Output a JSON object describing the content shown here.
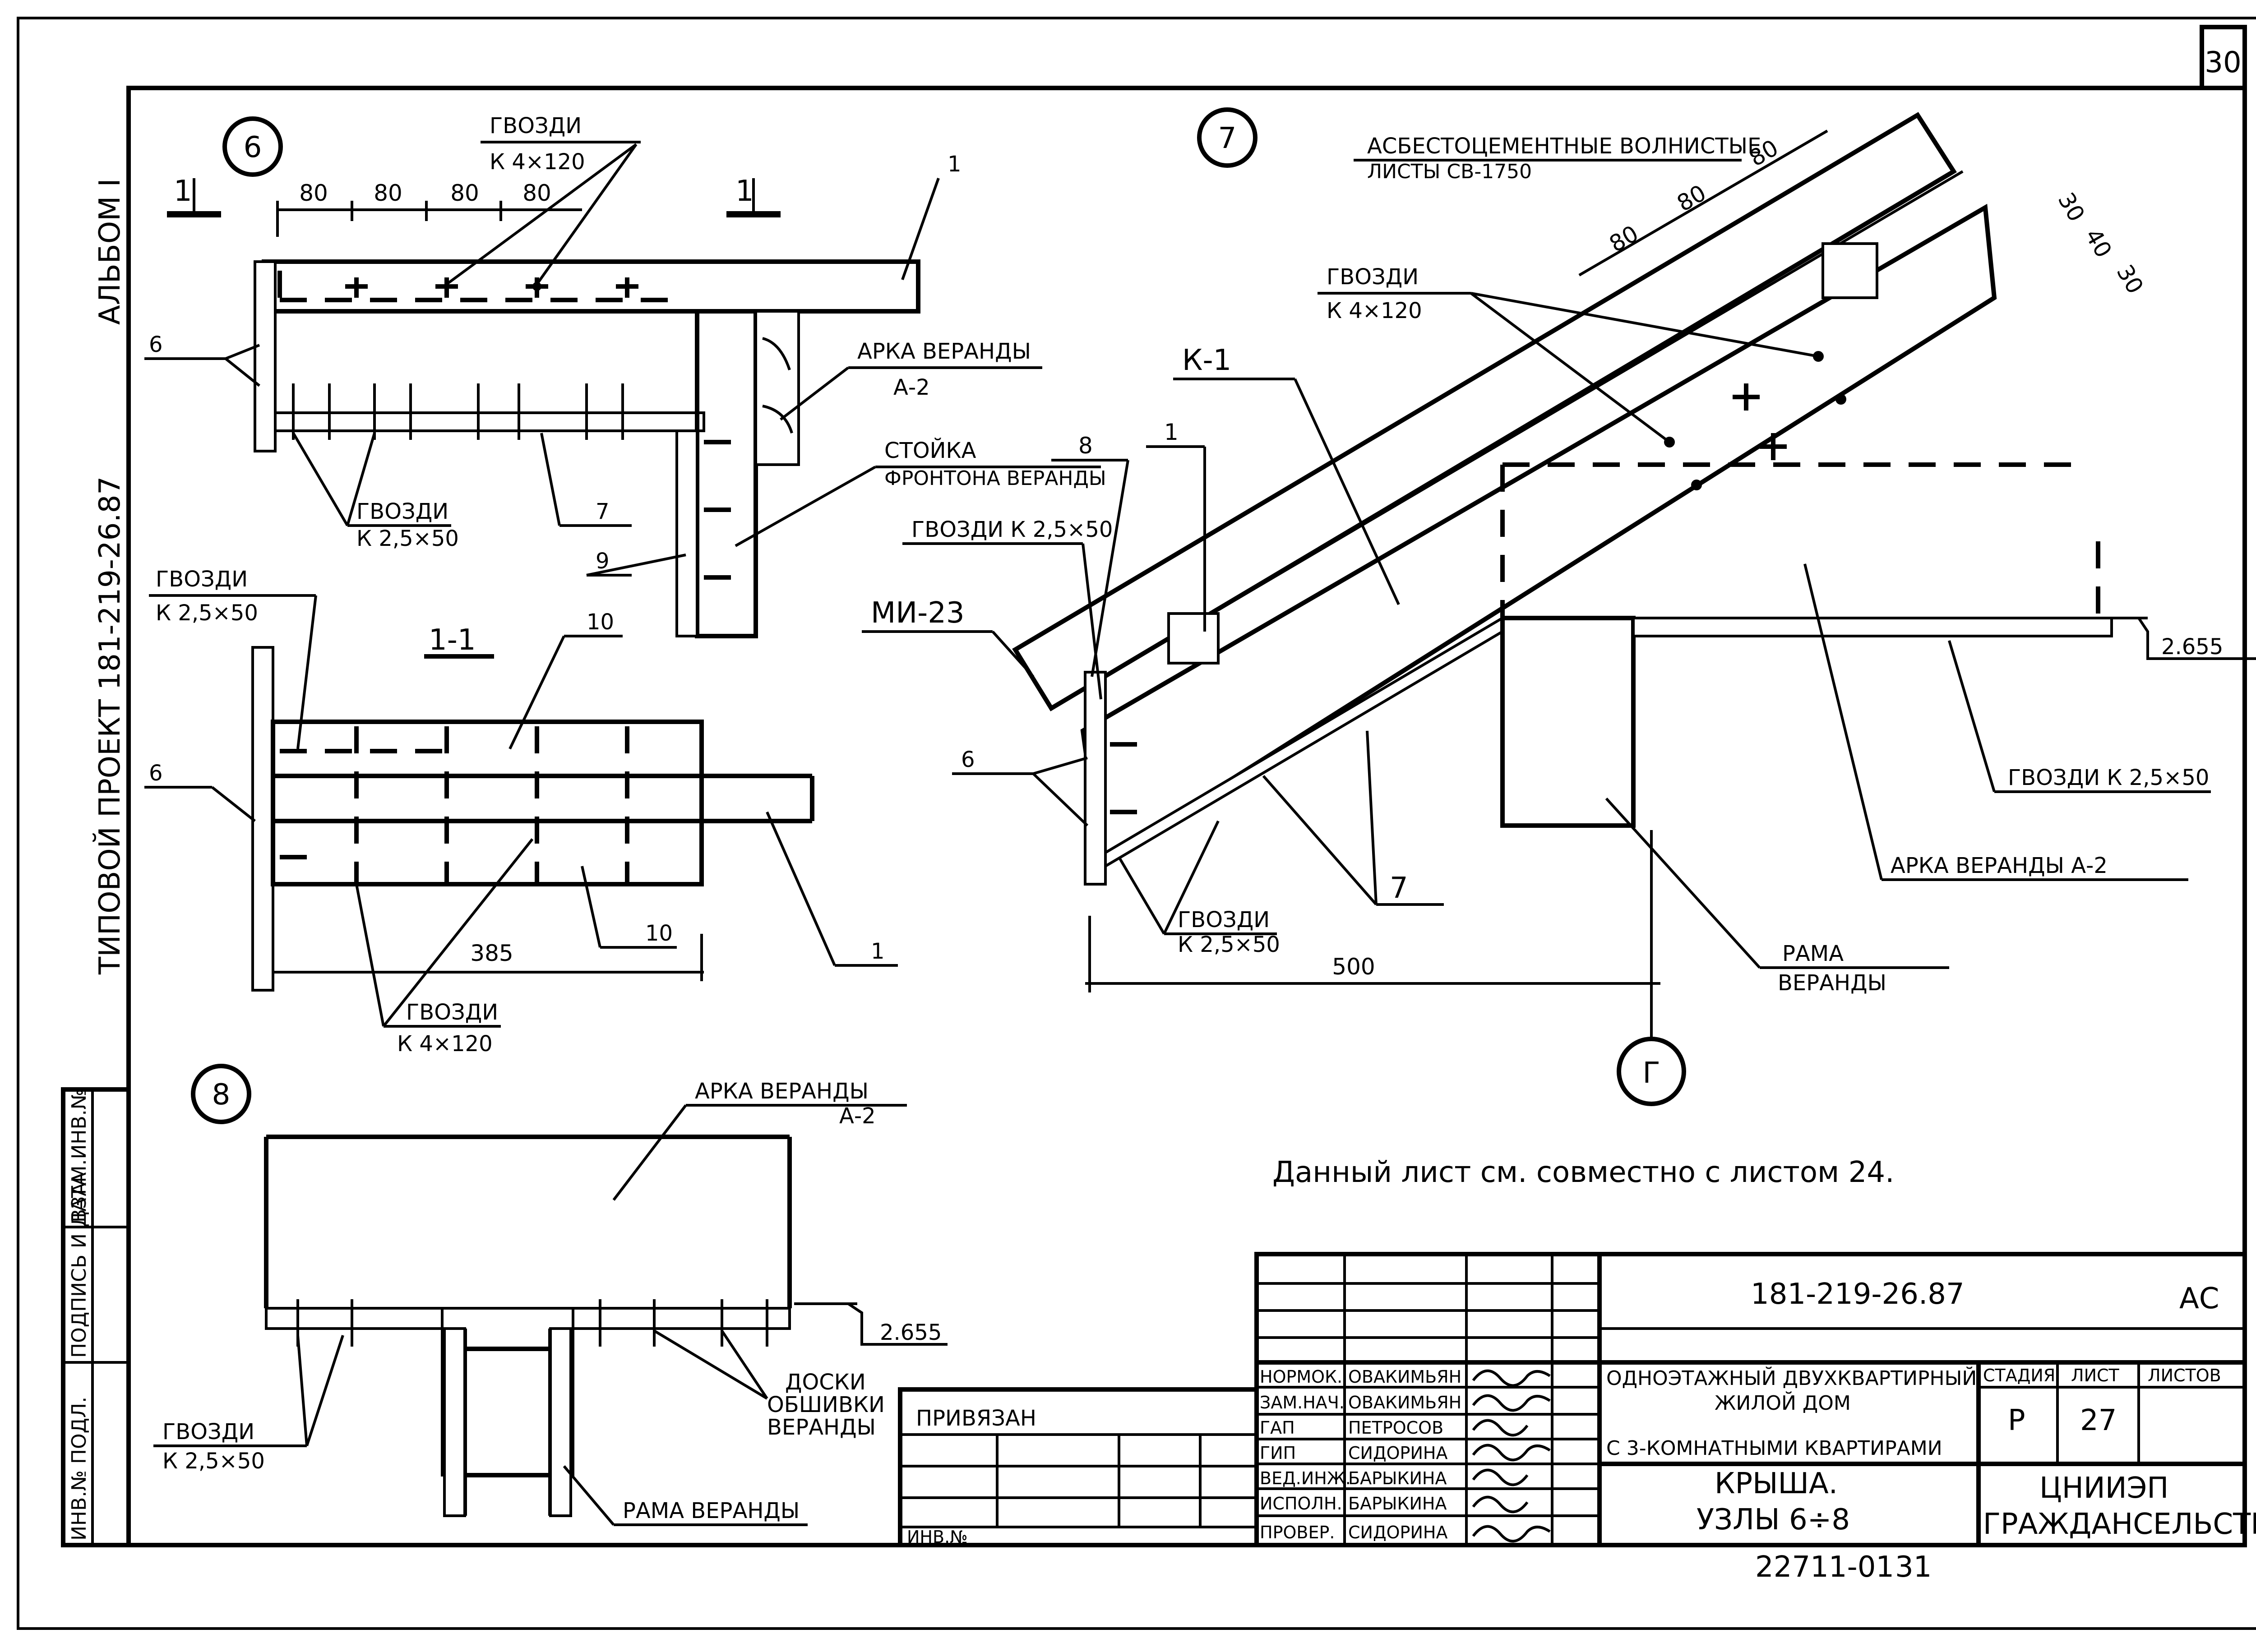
{
  "sheet_number_corner": "30",
  "side_labels": {
    "album": "АЛЬБОМ I",
    "project": "ТИПОВОЙ ПРОЕКТ   181-219-26.87"
  },
  "side_stamp": {
    "inv_podl": "ИНВ.№ ПОДЛ.",
    "podpis_data": "ПОДПИСЬ И ДАТА",
    "vzam_inv": "ВЗАМ.ИНВ.№"
  },
  "node6": {
    "marker": "6",
    "section_mark": "1",
    "nails_top": "ГВОЗДИ",
    "nails_top_size": "К 4×120",
    "dims": [
      "80",
      "80",
      "80",
      "80"
    ],
    "callout_1": "1",
    "arch": "АРКА ВЕРАНДЫ",
    "arch_code": "А-2",
    "post": "СТОЙКА",
    "post_sub": "ФРОНТОНА ВЕРАНДЫ",
    "callout_6": "6",
    "nails_bottom": "ГВОЗДИ",
    "nails_bottom_size": "К 2,5×50",
    "callout_7": "7",
    "callout_9": "9"
  },
  "section11": {
    "title": "1-1",
    "nails_left": "ГВОЗДИ",
    "nails_left_size": "К 2,5×50",
    "callout_10a": "10",
    "callout_10b": "10",
    "callout_6": "6",
    "callout_1": "1",
    "dim": "385",
    "nails_bottom": "ГВОЗДИ",
    "nails_bottom_size": "К 4×120"
  },
  "node7": {
    "marker": "7",
    "sheets": "АСБЕСТОЦЕМЕНТНЫЕ ВОЛНИСТЫЕ",
    "sheets_sub": "ЛИСТЫ СВ-1750",
    "dims": [
      "80",
      "80",
      "80"
    ],
    "dims_right": [
      "30",
      "40",
      "30"
    ],
    "nails": "ГВОЗДИ",
    "nails_size": "К 4×120",
    "k1": "К-1",
    "callout_8": "8",
    "callout_1": "1",
    "nails_small": "ГВОЗДИ К 2,5×50",
    "mi": "МИ-23",
    "callout_6": "6",
    "level": "2.655",
    "nails_right": "ГВОЗДИ  К 2,5×50",
    "arch": "АРКА ВЕРАНДЫ А-2",
    "callout_7": "7",
    "nails_bottom": "ГВОЗДИ",
    "nails_bottom_size": "К 2,5×50",
    "frame": "РАМА",
    "frame_sub": "ВЕРАНДЫ",
    "dim": "500",
    "axis": "Г"
  },
  "node8": {
    "marker": "8",
    "arch": "АРКА ВЕРАНДЫ",
    "arch_code": "А-2",
    "level": "2.655",
    "boards": "ДОСКИ",
    "boards_sub1": "ОБШИВКИ",
    "boards_sub2": "ВЕРАНДЫ",
    "nails": "ГВОЗДИ",
    "nails_size": "К 2,5×50",
    "frame": "РАМА ВЕРАНДЫ"
  },
  "note": "Данный лист  см. совместно с листом 24.",
  "title_block": {
    "code": "181-219-26.87",
    "suffix": "АС",
    "privyazan": "ПРИВЯЗАН",
    "inv": "ИНВ.№",
    "roles": [
      "НОРМОК.",
      "ЗАМ.НАЧ.",
      "ГАП",
      "ГИП",
      "ВЕД.ИНЖ.",
      "ИСПОЛН.",
      "ПРОВЕР."
    ],
    "names": [
      "ОВАКИМЬЯН",
      "ОВАКИМЬЯН",
      "ПЕТРОСОВ",
      "СИДОРИНА",
      "БАРЫКИНА",
      "БАРЫКИНА",
      "СИДОРИНА"
    ],
    "project_title_1": "ОДНОЭТАЖНЫЙ ДВУХКВАРТИРНЫЙ",
    "project_title_2": "ЖИЛОЙ ДОМ",
    "project_title_3": "С 3-КОМНАТНЫМИ КВАРТИРАМИ",
    "sheet_title_1": "КРЫША.",
    "sheet_title_2": "УЗЛЫ 6÷8",
    "stage_label": "СТАДИЯ",
    "sheet_label": "ЛИСТ",
    "sheets_label": "ЛИСТОВ",
    "stage": "Р",
    "sheet": "27",
    "org_1": "ЦНИИЭП",
    "org_2": "ГРАЖДАНСЕЛЬСТРОЙ",
    "archive": "22711-01",
    "archive_page": "31"
  }
}
